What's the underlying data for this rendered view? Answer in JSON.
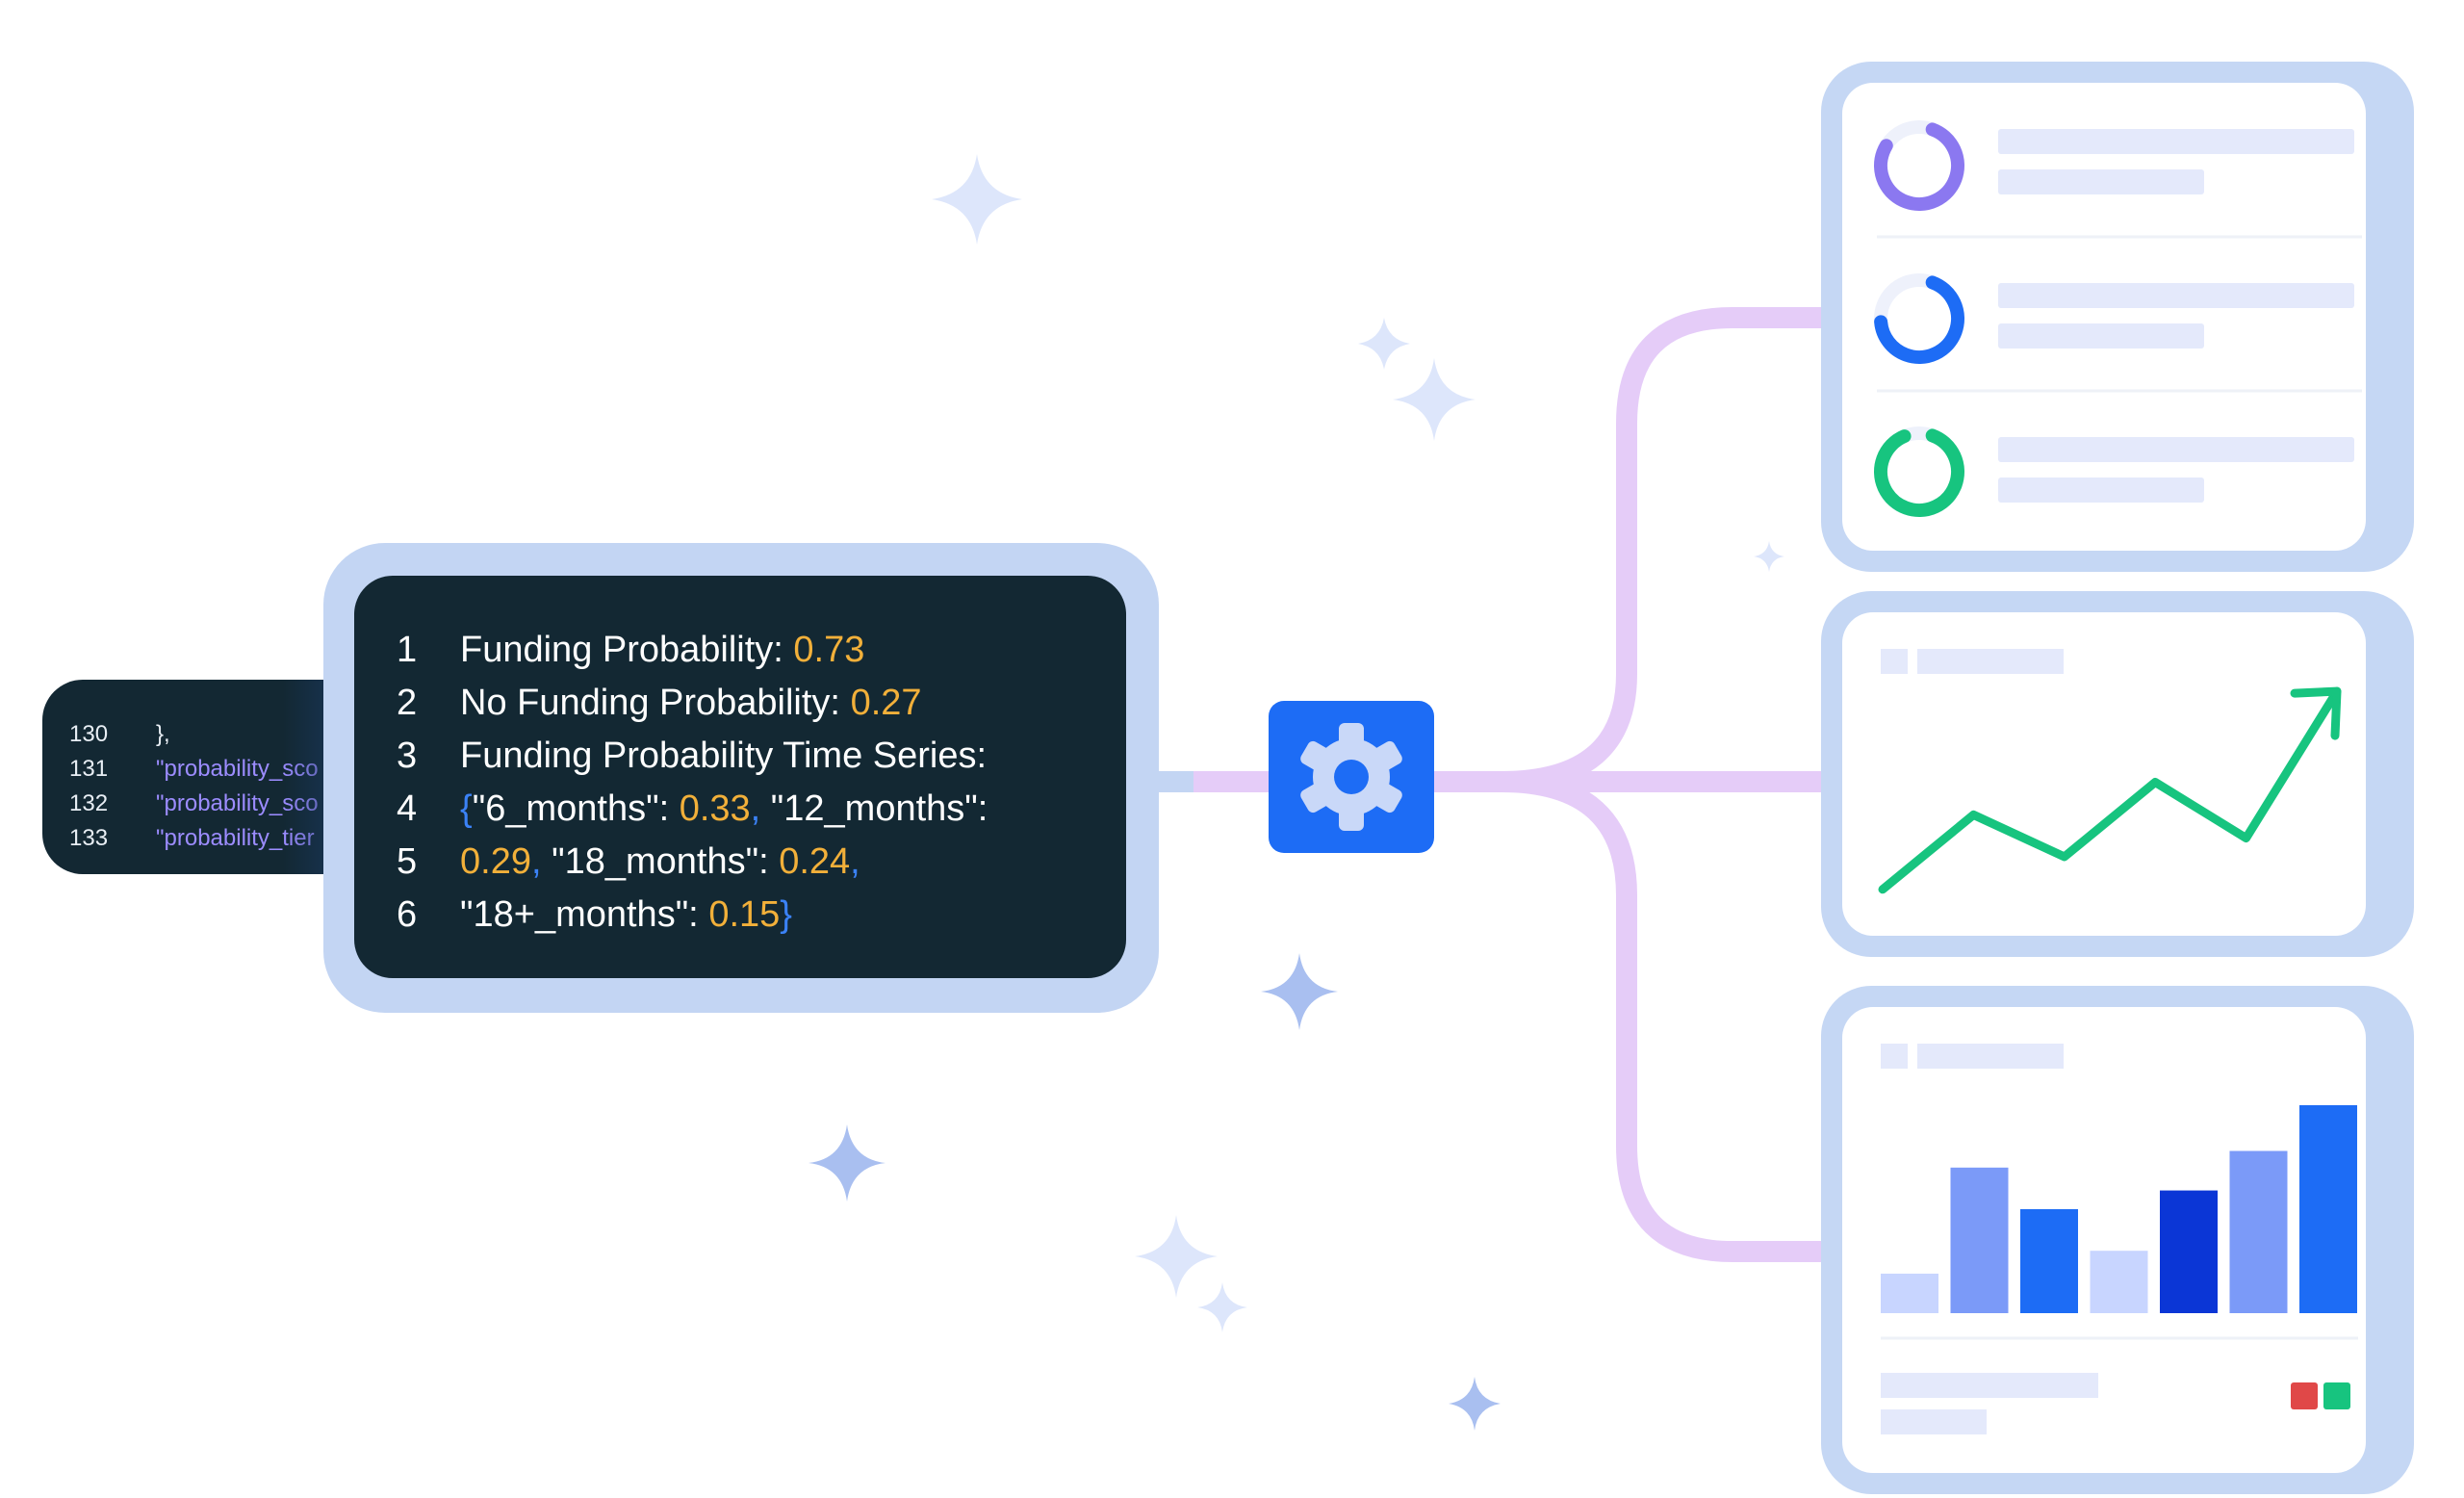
{
  "mini_code": {
    "lines": [
      {
        "num": "130",
        "text": "},"
      },
      {
        "num": "131",
        "text": "\"probability_sco"
      },
      {
        "num": "132",
        "text": "\"probability_sco"
      },
      {
        "num": "133",
        "text": "\"probability_tier"
      }
    ]
  },
  "code": {
    "line1": {
      "num": "1",
      "label": "Funding Probability: ",
      "value": "0.73"
    },
    "line2": {
      "num": "2",
      "label": "No Funding Probability: ",
      "value": "0.27"
    },
    "line3": {
      "num": "3",
      "label": "Funding Probability Time Series:"
    },
    "line4": {
      "num": "4",
      "open": "{",
      "k1": "\"6_months\": ",
      "v1": "0.33",
      "comma": ",",
      "k2": " \"12_months\":"
    },
    "line5": {
      "num": "5",
      "v1": "0.29",
      "comma1": ",",
      "k1": " \"18_months\": ",
      "v2": "0.24",
      "comma2": ","
    },
    "line6": {
      "num": "6",
      "k1": "\"18+_months\": ",
      "v1": "0.15",
      "close": "}"
    }
  },
  "colors": {
    "gear_blue": "#1d6cf5",
    "connector": "#e5ccf8",
    "code_bg": "#132833",
    "value_orange": "#f2b03a",
    "frame_blue": "#c5d7f4"
  },
  "donut_panel": {
    "items": [
      {
        "color": "#8b78f0",
        "fraction": 0.78
      },
      {
        "color": "#1d6cf5",
        "fraction": 0.68
      },
      {
        "color": "#17c47f",
        "fraction": 0.88
      }
    ]
  },
  "chart_data": [
    {
      "type": "line",
      "title": "",
      "xlabel": "",
      "ylabel": "",
      "x": [
        1,
        2,
        3,
        4,
        5,
        6
      ],
      "values": [
        1,
        4.2,
        2.4,
        5.6,
        3.2,
        9.5
      ],
      "ylim": [
        0,
        10
      ],
      "color": "#17c47f",
      "grid": false
    },
    {
      "type": "bar",
      "title": "",
      "xlabel": "",
      "ylabel": "",
      "categories": [
        "1",
        "2",
        "3",
        "4",
        "5",
        "6",
        "7"
      ],
      "values": [
        19,
        70,
        50,
        30,
        59,
        78,
        100
      ],
      "ylim": [
        0,
        100
      ],
      "colors": [
        "#c8d5ff",
        "#7b9af8",
        "#1d6cf5",
        "#c8d5ff",
        "#0b36d6",
        "#7b9af8",
        "#1d6cf5"
      ],
      "grid": false
    }
  ],
  "legend_swatches": [
    "#e04848",
    "#17c47f"
  ]
}
